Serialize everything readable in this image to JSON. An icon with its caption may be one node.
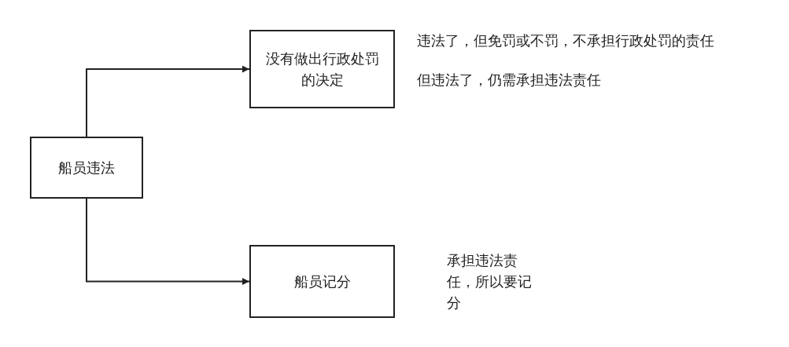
{
  "diagram": {
    "nodes": [
      {
        "text": [
          "船员违法"
        ]
      },
      {
        "text": [
          "没有做出行政处罚的决定"
        ]
      },
      {
        "text": [
          "船员记分"
        ]
      }
    ],
    "edges": [
      {
        "from": 0,
        "to": 1,
        "arrow": "to"
      },
      {
        "from": 0,
        "to": 2,
        "arrow": "to"
      }
    ],
    "labels": [
      "违法了，但免罚或不罚，不承担行政处罚的责任",
      "但违法了，仍需承担违法责任",
      "承担违法责任，所以要记分"
    ]
  }
}
